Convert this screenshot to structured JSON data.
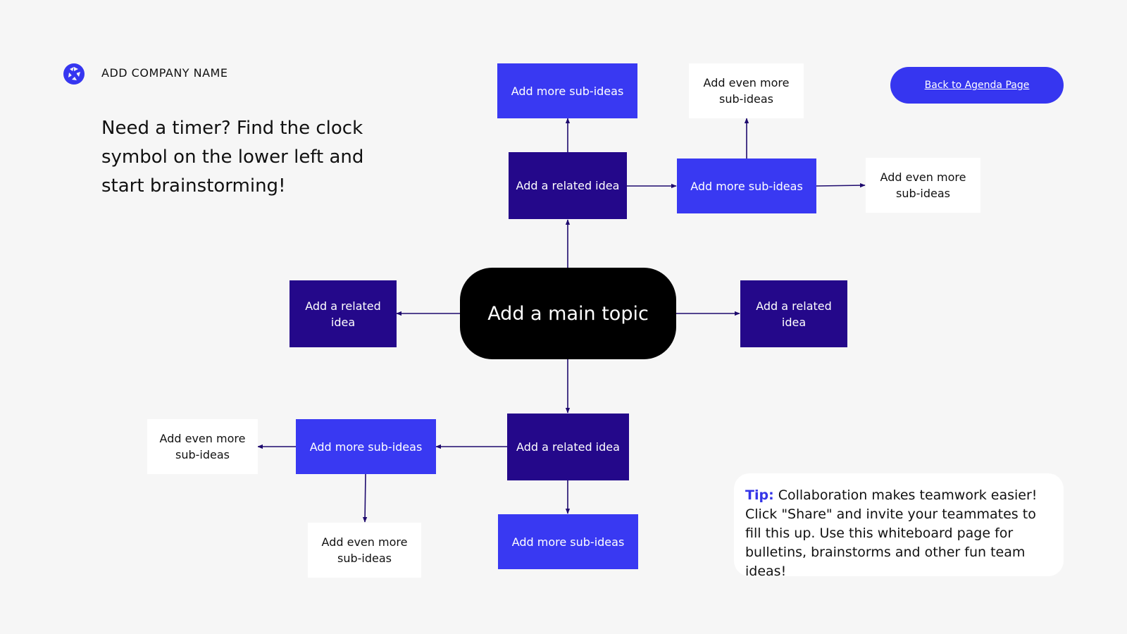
{
  "company": {
    "name": "ADD COMPANY NAME",
    "logo_icon": "aperture-logo-icon"
  },
  "intro": {
    "text": "Need a timer? Find the clock symbol on the lower left and start brainstorming!"
  },
  "back_button": {
    "label": "Back to Agenda Page"
  },
  "mindmap": {
    "main_topic": "Add a main topic",
    "related_top": "Add a related idea",
    "related_left": "Add a related idea",
    "related_right": "Add a related idea",
    "related_bottom": "Add a related idea",
    "sub_top_above": "Add more sub-ideas",
    "sub_top_right": "Add more sub-ideas",
    "sub_bottom_left": "Add more sub-ideas",
    "sub_bottom_below": "Add more sub-ideas",
    "even_top_above": "Add even more sub-ideas",
    "even_top_right": "Add even more sub-ideas",
    "even_bottom_left": "Add even more sub-ideas",
    "even_bottom_below": "Add even more sub-ideas"
  },
  "tip": {
    "label": "Tip:",
    "text": "Collaboration makes teamwork easier! Click \"Share\" and invite your teammates to fill this up. Use this whiteboard page for bulletins, brainstorms and other fun team ideas!"
  },
  "colors": {
    "background": "#f6f6f6",
    "related": "#24088a",
    "sub": "#3939f2",
    "even": "#ffffff",
    "main": "#000000",
    "accent": "#3636f0",
    "arrow": "#1e0a6e"
  }
}
